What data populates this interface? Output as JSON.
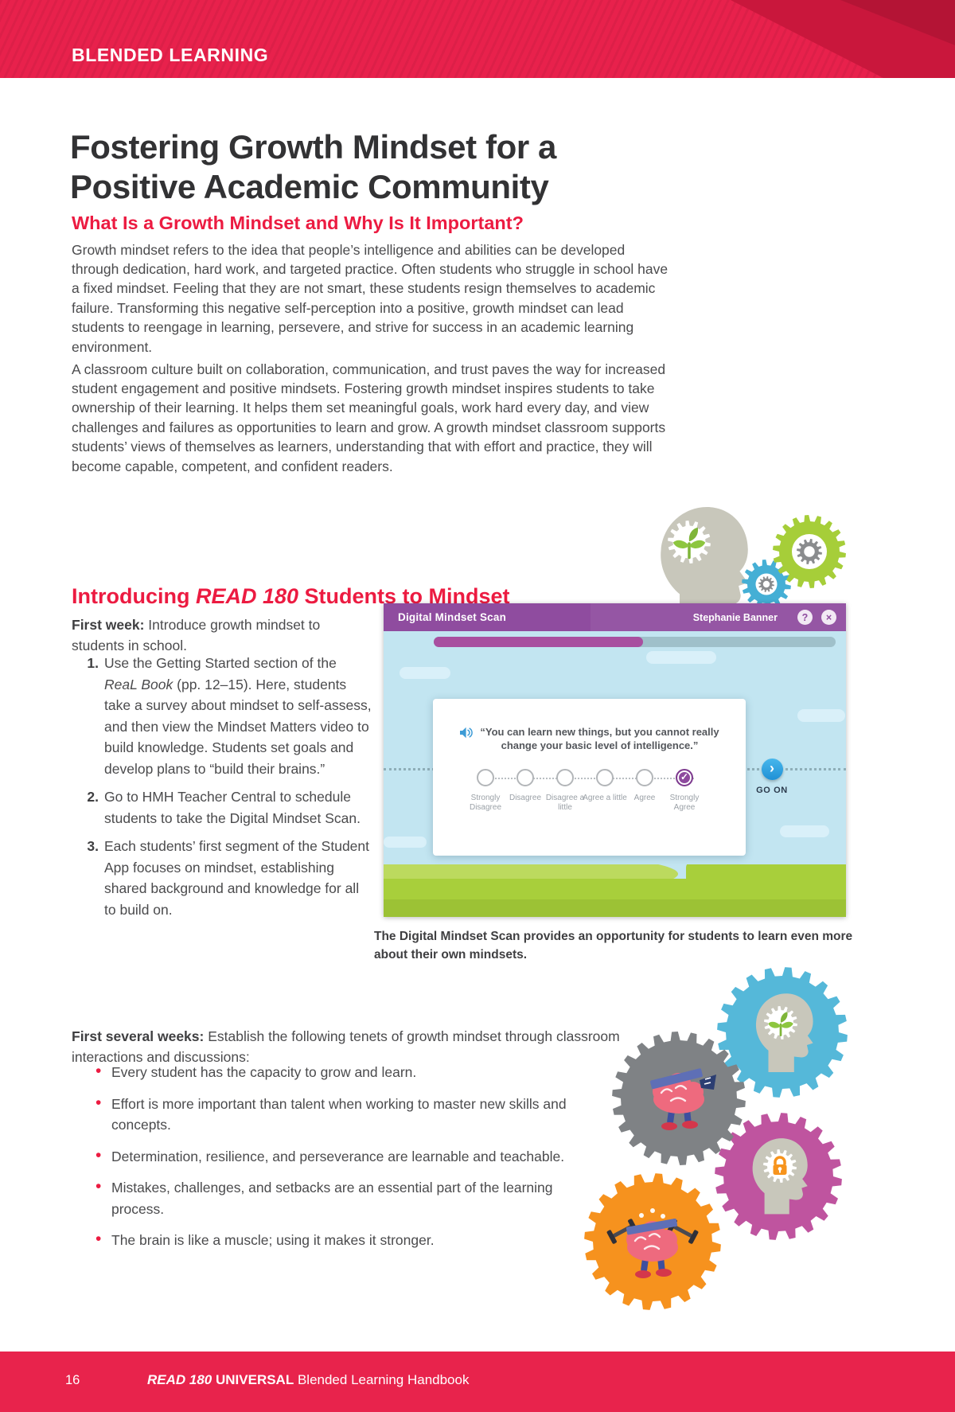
{
  "header": {
    "kicker": "BLENDED LEARNING"
  },
  "title": "Fostering Growth Mindset for a Positive Academic Community",
  "section1": {
    "heading": "What Is a Growth Mindset and Why Is It Important?",
    "para1": "Growth mindset refers to the idea that people’s intelligence and abilities can be developed through dedication, hard work, and targeted practice. Often students who struggle in school have a fixed mindset. Feeling that they are not smart, these students resign themselves to academic failure. Transforming this negative self-perception into a positive, growth mindset can lead students to reengage in learning, persevere, and strive for success in an academic learning environment.",
    "para2": "A classroom culture built on collaboration, communication, and trust paves the way for increased student engagement and positive mindsets. Fostering growth mindset inspires students to take ownership of their learning. It helps them set meaningful goals, work hard every day, and view challenges and failures as opportunities to learn and grow. A growth mindset classroom supports students’ views of themselves as learners, understanding that with effort and practice, they will become capable, competent, and confident readers."
  },
  "section2": {
    "heading_pre": "Introducing ",
    "heading_italic": "READ 180",
    "heading_post": " Students to Mindset",
    "first_week_label": "First week:",
    "first_week_text": " Introduce growth mindset to students in school.",
    "steps": [
      {
        "num": "1.",
        "pre": "Use the Getting Started section of the ",
        "italic": "ReaL Book",
        "post": " (pp. 12–15). Here, students take a survey about mindset to self-assess, and then view the Mindset Matters video to build knowledge. Students set goals and develop plans to “build their brains.”"
      },
      {
        "num": "2.",
        "pre": "Go to HMH Teacher Central to schedule students to take the Digital Mindset Scan.",
        "italic": "",
        "post": ""
      },
      {
        "num": "3.",
        "pre": "Each students’ first segment of the Student App focuses on mindset, establishing shared background and knowledge for all to build on.",
        "italic": "",
        "post": ""
      }
    ],
    "first_weeks_label": "First several weeks:",
    "first_weeks_text": " Establish the following tenets of growth mindset through classroom interactions and discussions:",
    "bullets": [
      "Every student has the capacity to grow and learn.",
      "Effort is more important than talent when working to master new skills and concepts.",
      "Determination, resilience, and perseverance are learnable and teachable.",
      "Mistakes, challenges, and setbacks are an essential part of the learning process.",
      "The brain is like a muscle; using it makes it stronger."
    ]
  },
  "app": {
    "title": "Digital Mindset Scan",
    "user": "Stephanie Banner",
    "icons": {
      "help": "?",
      "close": "×",
      "chevron": "›"
    },
    "question": "“You can learn new things, but you cannot really change your basic level of intelligence.”",
    "options": [
      {
        "label": "Strongly Disagree",
        "selected": false
      },
      {
        "label": "Disagree",
        "selected": false
      },
      {
        "label": "Disagree a little",
        "selected": false
      },
      {
        "label": "Agree a little",
        "selected": false
      },
      {
        "label": "Agree",
        "selected": false
      },
      {
        "label": "Strongly Agree",
        "selected": true
      }
    ],
    "go_on": "GO ON",
    "progress_percent": 52
  },
  "caption": "The Digital Mindset Scan provides an opportunity for students to learn even more about their own mindsets.",
  "footer": {
    "page_number": "16",
    "brand_italic": "READ 180",
    "brand_bold": " UNIVERSAL",
    "rest": " Blended Learning Handbook"
  },
  "colors": {
    "accent_red": "#EC1B41",
    "header_red": "#E8214C",
    "header_dark_red": "#C9173C",
    "app_purple": "#8F4C9F",
    "progress_fill": "#A84FA0",
    "sky_blue": "#C2E5F1",
    "hill_green": "#A8CF3B",
    "go_on_blue": "#2D9FE0",
    "gear_green": "#A6CE39",
    "gear_blue": "#55B8D9",
    "gear_gray": "#7F8285",
    "gear_magenta": "#BF549F",
    "gear_orange": "#F6921E"
  }
}
